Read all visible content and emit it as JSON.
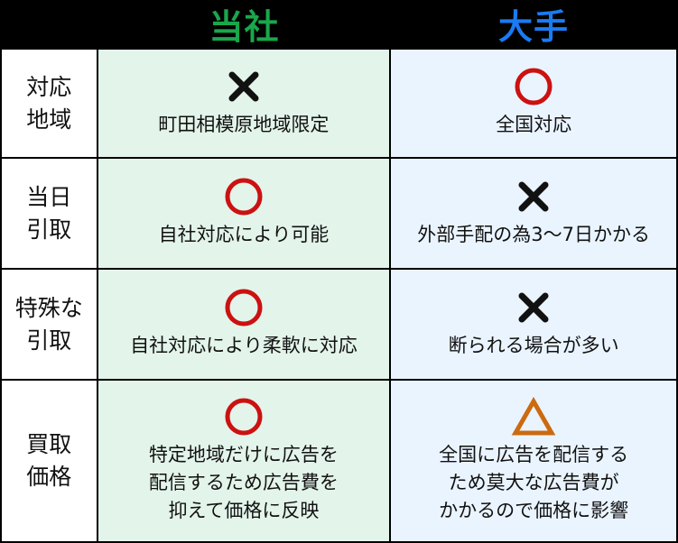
{
  "colors": {
    "header_bg": "#000000",
    "ours_title": "#1aa64b",
    "major_title": "#1a7bf2",
    "ours_bg": "#e3f4ea",
    "major_bg": "#eaf4ff",
    "label_bg": "#ffffff",
    "circle": "#cc1111",
    "cross": "#111111",
    "triangle": "#cc6a10"
  },
  "header": {
    "ours": "当社",
    "major": "大手"
  },
  "rows": [
    {
      "label": "対応\n地域",
      "ours": {
        "mark": "cross",
        "text": "町田相模原地域限定"
      },
      "major": {
        "mark": "circle",
        "text": "全国対応"
      }
    },
    {
      "label": "当日\n引取",
      "ours": {
        "mark": "circle",
        "text": "自社対応により可能"
      },
      "major": {
        "mark": "cross",
        "text": "外部手配の為3〜7日かかる"
      }
    },
    {
      "label": "特殊な\n引取",
      "ours": {
        "mark": "circle",
        "text": "自社対応により柔軟に対応"
      },
      "major": {
        "mark": "cross",
        "text": "断られる場合が多い"
      }
    },
    {
      "label": "買取\n価格",
      "ours": {
        "mark": "circle",
        "text": "特定地域だけに広告を\n配信するため広告費を\n抑えて価格に反映"
      },
      "major": {
        "mark": "triangle",
        "text": "全国に広告を配信する\nため莫大な広告費が\nかかるので価格に影響"
      }
    }
  ],
  "mark_names": {
    "circle": "circle-mark-icon",
    "cross": "cross-mark-icon",
    "triangle": "triangle-mark-icon"
  }
}
